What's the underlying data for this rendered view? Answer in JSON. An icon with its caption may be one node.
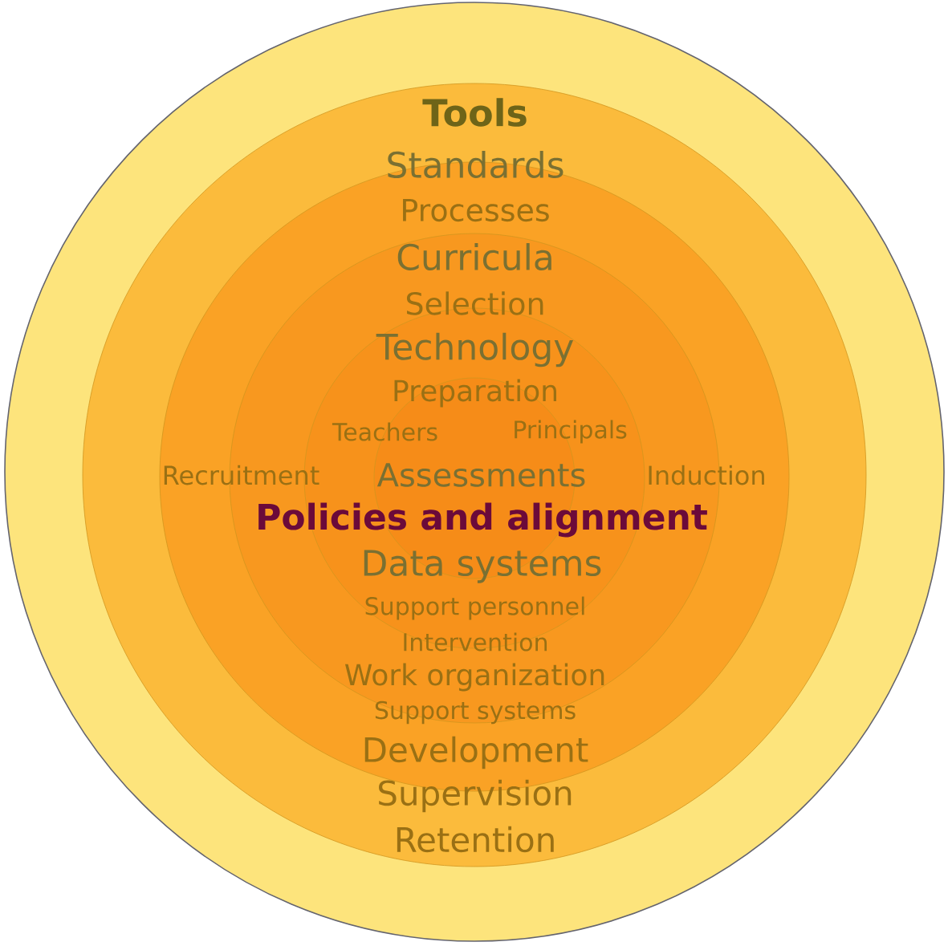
{
  "diagram": {
    "labels": [
      "Tools",
      "Standards",
      "Processes",
      "Curricula",
      "Selection",
      "Technology",
      "Preparation",
      "Teachers",
      "Principals",
      "Recruitment",
      "Assessments",
      "Induction",
      "Policies and alignment",
      "Data systems",
      "Support personnel",
      "Intervention",
      "Work organization",
      "Support systems",
      "Development",
      "Supervision",
      "Retention"
    ]
  }
}
